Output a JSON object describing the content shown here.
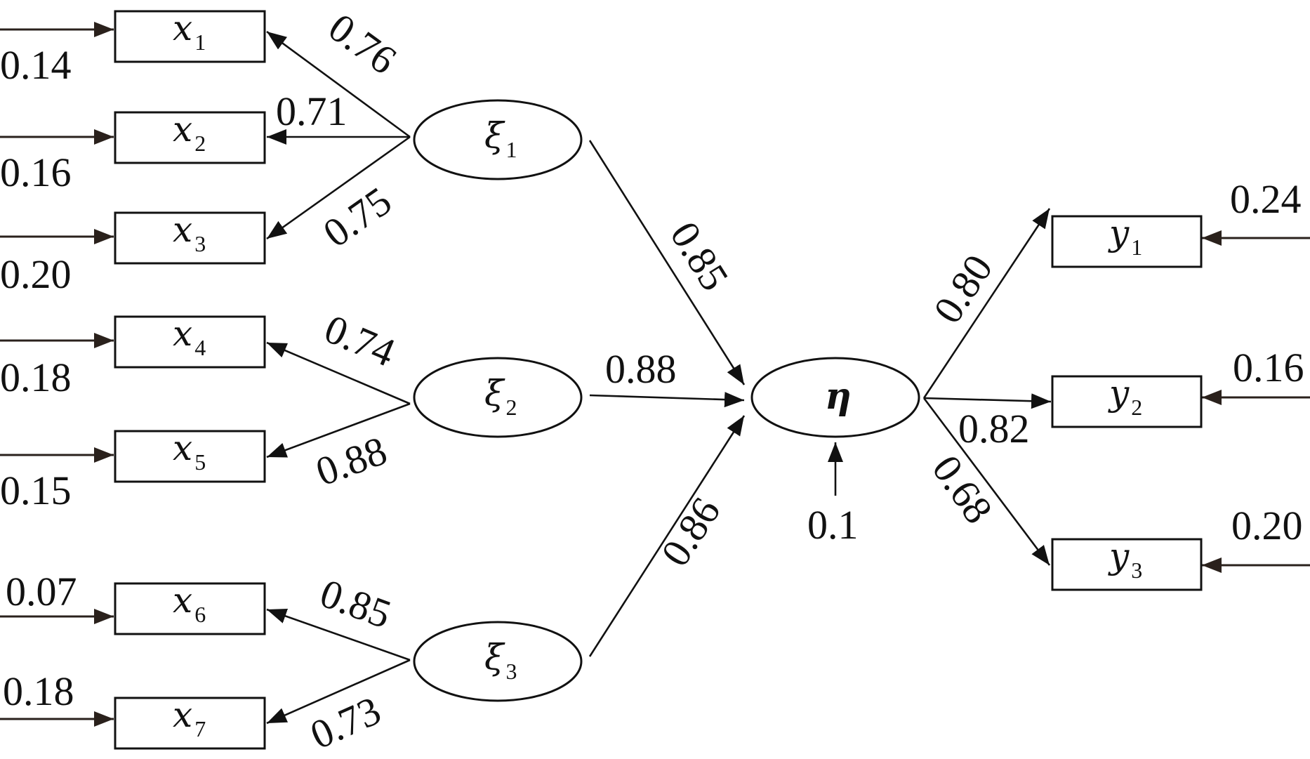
{
  "colors": {
    "line": "#111111",
    "error_arrow": "#2a211c",
    "background": "#ffffff"
  },
  "observed": {
    "x1": {
      "base": "x",
      "sub": "1"
    },
    "x2": {
      "base": "x",
      "sub": "2"
    },
    "x3": {
      "base": "x",
      "sub": "3"
    },
    "x4": {
      "base": "x",
      "sub": "4"
    },
    "x5": {
      "base": "x",
      "sub": "5"
    },
    "x6": {
      "base": "x",
      "sub": "6"
    },
    "x7": {
      "base": "x",
      "sub": "7"
    },
    "y1": {
      "base": "y",
      "sub": "1"
    },
    "y2": {
      "base": "y",
      "sub": "2"
    },
    "y3": {
      "base": "y",
      "sub": "3"
    }
  },
  "latent": {
    "xi1": {
      "base": "ξ",
      "sub": "1"
    },
    "xi2": {
      "base": "ξ",
      "sub": "2"
    },
    "xi3": {
      "base": "ξ",
      "sub": "3"
    },
    "eta": {
      "base": "η"
    }
  },
  "errors": {
    "x1": "0.14",
    "x2": "0.16",
    "x3": "0.20",
    "x4": "0.18",
    "x5": "0.15",
    "x6": "0.07",
    "x7": "0.18",
    "y1": "0.24",
    "y2": "0.16",
    "y3": "0.20",
    "eta": "0.1"
  },
  "loadings": {
    "xi1_x1": "0.76",
    "xi1_x2": "0.71",
    "xi1_x3": "0.75",
    "xi2_x4": "0.74",
    "xi2_x5": "0.88",
    "xi3_x6": "0.85",
    "xi3_x7": "0.73",
    "eta_y1": "0.80",
    "eta_y2": "0.82",
    "eta_y3": "0.68"
  },
  "paths": {
    "xi1_eta": "0.85",
    "xi2_eta": "0.88",
    "xi3_eta": "0.86"
  }
}
